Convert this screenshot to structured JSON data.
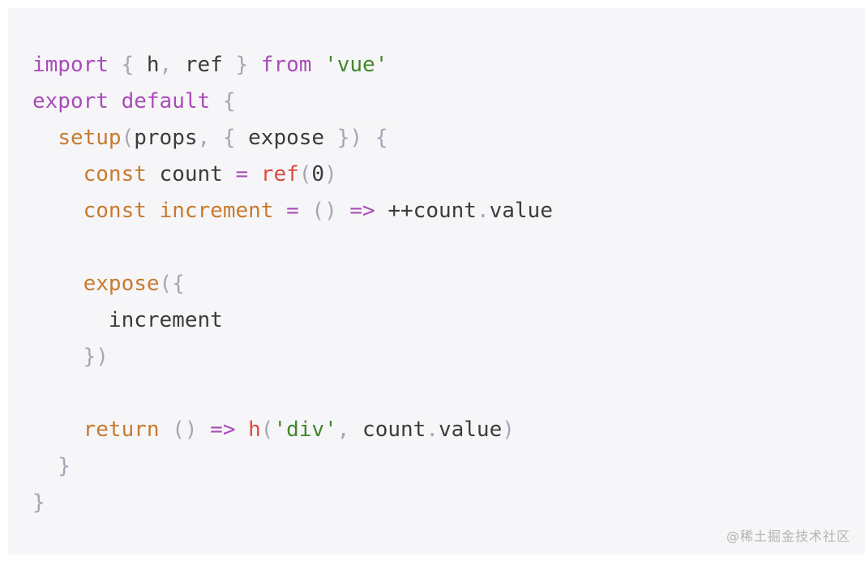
{
  "watermark": "@稀土掘金技术社区",
  "colors": {
    "background": "#f6f6f8",
    "page": "#ffffff",
    "keyword": "#a94cb8",
    "func": "#c87a2e",
    "red": "#dd4a3f",
    "string": "#44862a",
    "text": "#3b3b3b",
    "punct": "#a7a5b3",
    "watermark": "#b3b3b3"
  },
  "code": {
    "language": "javascript",
    "lines": [
      {
        "tokens": [
          {
            "t": "import",
            "c": "keyword"
          },
          {
            "t": " ",
            "c": "text"
          },
          {
            "t": "{",
            "c": "punct"
          },
          {
            "t": " h",
            "c": "text"
          },
          {
            "t": ",",
            "c": "punct"
          },
          {
            "t": " ref ",
            "c": "text"
          },
          {
            "t": "}",
            "c": "punct"
          },
          {
            "t": " ",
            "c": "text"
          },
          {
            "t": "from",
            "c": "keyword"
          },
          {
            "t": " ",
            "c": "text"
          },
          {
            "t": "'vue'",
            "c": "string"
          }
        ]
      },
      {
        "tokens": [
          {
            "t": "export",
            "c": "keyword"
          },
          {
            "t": " ",
            "c": "text"
          },
          {
            "t": "default",
            "c": "keyword"
          },
          {
            "t": " ",
            "c": "text"
          },
          {
            "t": "{",
            "c": "punct"
          }
        ]
      },
      {
        "tokens": [
          {
            "t": "  ",
            "c": "text"
          },
          {
            "t": "setup",
            "c": "func"
          },
          {
            "t": "(",
            "c": "punct"
          },
          {
            "t": "props",
            "c": "text"
          },
          {
            "t": ",",
            "c": "punct"
          },
          {
            "t": " ",
            "c": "text"
          },
          {
            "t": "{",
            "c": "punct"
          },
          {
            "t": " expose ",
            "c": "text"
          },
          {
            "t": "})",
            "c": "punct"
          },
          {
            "t": " ",
            "c": "text"
          },
          {
            "t": "{",
            "c": "punct"
          }
        ]
      },
      {
        "tokens": [
          {
            "t": "    ",
            "c": "text"
          },
          {
            "t": "const",
            "c": "func"
          },
          {
            "t": " count ",
            "c": "text"
          },
          {
            "t": "=",
            "c": "keyword"
          },
          {
            "t": " ",
            "c": "text"
          },
          {
            "t": "ref",
            "c": "red"
          },
          {
            "t": "(",
            "c": "punct"
          },
          {
            "t": "0",
            "c": "text"
          },
          {
            "t": ")",
            "c": "punct"
          }
        ]
      },
      {
        "tokens": [
          {
            "t": "    ",
            "c": "text"
          },
          {
            "t": "const",
            "c": "func"
          },
          {
            "t": " ",
            "c": "text"
          },
          {
            "t": "increment",
            "c": "func"
          },
          {
            "t": " ",
            "c": "text"
          },
          {
            "t": "=",
            "c": "keyword"
          },
          {
            "t": " ",
            "c": "text"
          },
          {
            "t": "()",
            "c": "punct"
          },
          {
            "t": " ",
            "c": "text"
          },
          {
            "t": "=>",
            "c": "keyword"
          },
          {
            "t": " ++count",
            "c": "text"
          },
          {
            "t": ".",
            "c": "punct"
          },
          {
            "t": "value",
            "c": "text"
          }
        ]
      },
      {
        "tokens": []
      },
      {
        "tokens": [
          {
            "t": "    ",
            "c": "text"
          },
          {
            "t": "expose",
            "c": "func"
          },
          {
            "t": "({",
            "c": "punct"
          }
        ]
      },
      {
        "tokens": [
          {
            "t": "      increment",
            "c": "text"
          }
        ]
      },
      {
        "tokens": [
          {
            "t": "    ",
            "c": "text"
          },
          {
            "t": "})",
            "c": "punct"
          }
        ]
      },
      {
        "tokens": []
      },
      {
        "tokens": [
          {
            "t": "    ",
            "c": "text"
          },
          {
            "t": "return",
            "c": "func"
          },
          {
            "t": " ",
            "c": "text"
          },
          {
            "t": "()",
            "c": "punct"
          },
          {
            "t": " ",
            "c": "text"
          },
          {
            "t": "=>",
            "c": "keyword"
          },
          {
            "t": " ",
            "c": "text"
          },
          {
            "t": "h",
            "c": "red"
          },
          {
            "t": "(",
            "c": "punct"
          },
          {
            "t": "'div'",
            "c": "string"
          },
          {
            "t": ",",
            "c": "punct"
          },
          {
            "t": " count",
            "c": "text"
          },
          {
            "t": ".",
            "c": "punct"
          },
          {
            "t": "value",
            "c": "text"
          },
          {
            "t": ")",
            "c": "punct"
          }
        ]
      },
      {
        "tokens": [
          {
            "t": "  ",
            "c": "text"
          },
          {
            "t": "}",
            "c": "punct"
          }
        ]
      },
      {
        "tokens": [
          {
            "t": "}",
            "c": "punct"
          }
        ]
      }
    ]
  }
}
